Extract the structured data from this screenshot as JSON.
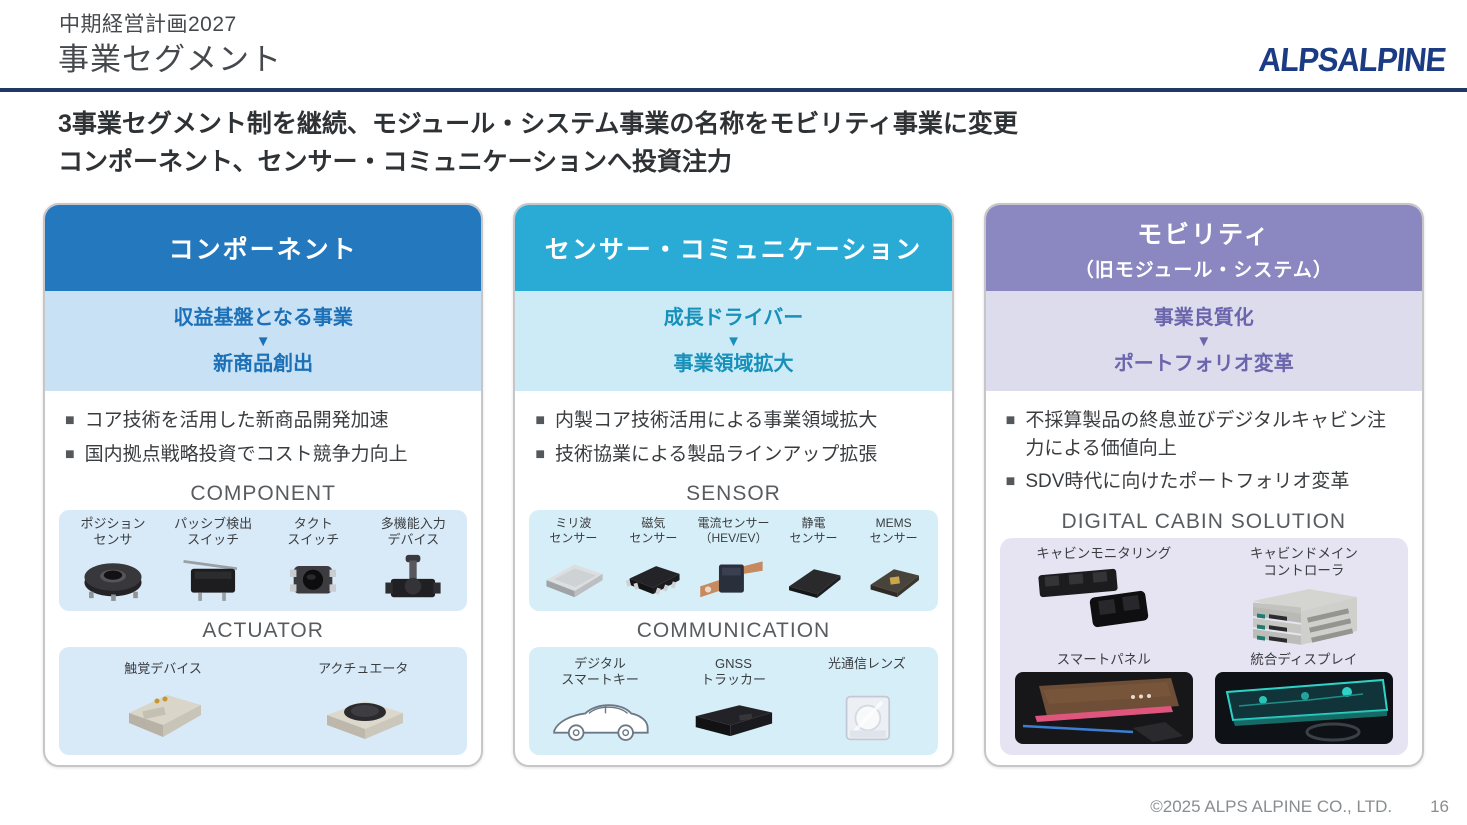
{
  "brand_color": "#1b3c84",
  "header": {
    "kicker": "中期経営計画2027",
    "title": "事業セグメント",
    "logo": "ALPSALPINE"
  },
  "statement": {
    "line1": "3事業セグメント制を継続、モジュール・システム事業の名称をモビリティ事業に変更",
    "line2": "コンポーネント、センサー・コミュニケーションへ投資注力"
  },
  "icons": {
    "bullet": "■",
    "down_arrow": "▼"
  },
  "panels": [
    {
      "title": "コンポーネント",
      "role_from": "収益基盤となる事業",
      "role_to": "新商品創出",
      "bullets": [
        "コア技術を活用した新商品開発加速",
        "国内拠点戦略投資でコスト競争力向上"
      ],
      "colors": {
        "header_bg": "#2478bd",
        "band_bg": "#c8e1f4",
        "accent": "#1c70b8",
        "box_bg": "#d8eaf8"
      },
      "sections": [
        {
          "title": "COMPONENT",
          "products": [
            {
              "label": "ポジション\nセンサ",
              "art": "position-sensor"
            },
            {
              "label": "パッシブ検出\nスイッチ",
              "art": "passive-detection-switch"
            },
            {
              "label": "タクト\nスイッチ",
              "art": "tact-switch"
            },
            {
              "label": "多機能入力\nデバイス",
              "art": "multi-function-input-device"
            }
          ]
        },
        {
          "title": "ACTUATOR",
          "products": [
            {
              "label": "触覚デバイス",
              "art": "haptic-device"
            },
            {
              "label": "アクチュエータ",
              "art": "actuator"
            }
          ]
        }
      ]
    },
    {
      "title": "センサー・コミュニケーション",
      "role_from": "成長ドライバー",
      "role_to": "事業領域拡大",
      "bullets": [
        "内製コア技術活用による事業領域拡大",
        "技術協業による製品ラインアップ拡張"
      ],
      "colors": {
        "header_bg": "#29abd6",
        "band_bg": "#cdebf7",
        "accent": "#1790ba",
        "box_bg": "#d6eef8"
      },
      "sections": [
        {
          "title": "SENSOR",
          "products": [
            {
              "label": "ミリ波\nセンサー",
              "art": "millimeter-wave-sensor"
            },
            {
              "label": "磁気\nセンサー",
              "art": "magnetic-sensor"
            },
            {
              "label": "電流センサー\n（HEV/EV）",
              "art": "current-sensor"
            },
            {
              "label": "静電\nセンサー",
              "art": "capacitive-sensor"
            },
            {
              "label": "MEMS\nセンサー",
              "art": "mems-sensor"
            }
          ]
        },
        {
          "title": "COMMUNICATION",
          "products": [
            {
              "label": "デジタル\nスマートキー",
              "art": "digital-smart-key"
            },
            {
              "label": "GNSS\nトラッカー",
              "art": "gnss-tracker"
            },
            {
              "label": "光通信レンズ",
              "art": "optical-communication-lens"
            }
          ]
        }
      ]
    },
    {
      "title": "モビリティ",
      "subtitle": "（旧モジュール・システム）",
      "role_from": "事業良質化",
      "role_to": "ポートフォリオ変革",
      "bullets": [
        "不採算製品の終息並びデジタルキャビン注力による価値向上",
        "SDV時代に向けたポートフォリオ変革"
      ],
      "colors": {
        "header_bg": "#8a87c1",
        "band_bg": "#dddcec",
        "accent": "#6a65ac",
        "box_bg": "#e6e4f2"
      },
      "sections": [
        {
          "title": "DIGITAL CABIN SOLUTION",
          "products": [
            {
              "label": "キャビンモニタリング",
              "art": "cabin-monitoring"
            },
            {
              "label": "キャビンドメイン\nコントローラ",
              "art": "cabin-domain-controller"
            },
            {
              "label": "スマートパネル",
              "art": "smart-panel"
            },
            {
              "label": "統合ディスプレイ",
              "art": "integrated-display"
            }
          ]
        }
      ]
    }
  ],
  "footer": {
    "copyright": "©2025 ALPS ALPINE CO., LTD.",
    "page": "16"
  }
}
